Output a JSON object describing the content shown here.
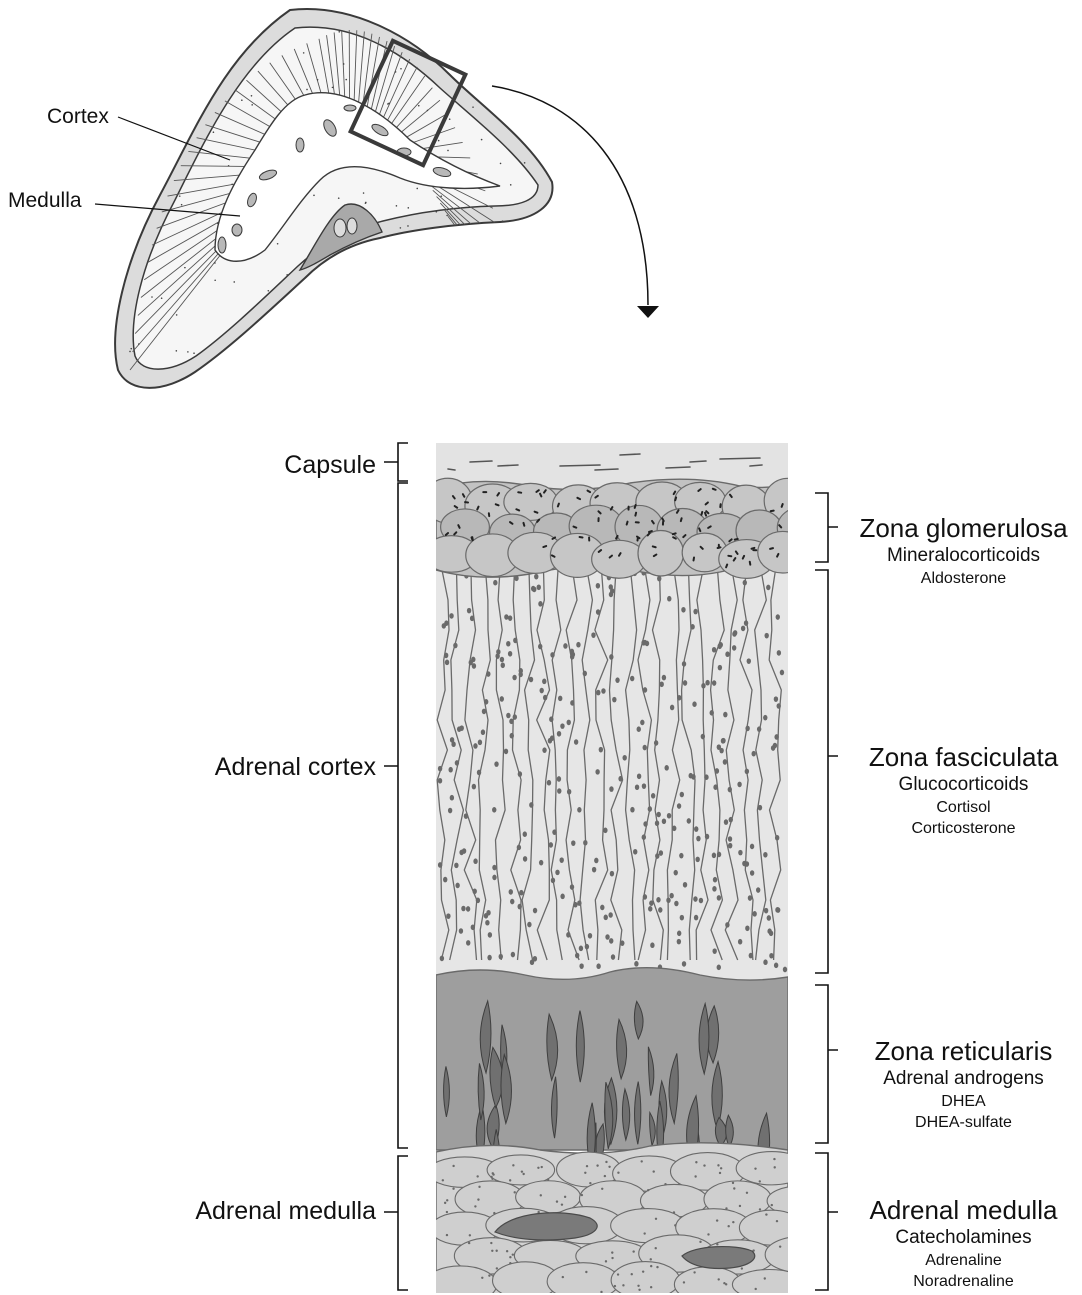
{
  "overview": {
    "cortex_label": "Cortex",
    "medulla_label": "Medulla"
  },
  "left_labels": {
    "capsule": "Capsule",
    "adrenal_cortex": "Adrenal cortex",
    "adrenal_medulla": "Adrenal medulla"
  },
  "zones": [
    {
      "name": "Zona glomerulosa",
      "hormone_class": "Mineralocorticoids",
      "examples": [
        "Aldosterone"
      ]
    },
    {
      "name": "Zona fasciculata",
      "hormone_class": "Glucocorticoids",
      "examples": [
        "Cortisol",
        "Corticosterone"
      ]
    },
    {
      "name": "Zona reticularis",
      "hormone_class": "Adrenal androgens",
      "examples": [
        "DHEA",
        "DHEA-sulfate"
      ]
    },
    {
      "name": "Adrenal medulla",
      "hormone_class": "Catecholamines",
      "examples": [
        "Adrenaline",
        "Noradrenaline"
      ]
    }
  ],
  "colors": {
    "capsule": "#e3e3e3",
    "glomerulosa": "#c2c2c2",
    "fasciculata": "#e6e6e6",
    "reticularis": "#9e9e9e",
    "medulla": "#d3d3d3",
    "outline": "#6a6a6a"
  }
}
